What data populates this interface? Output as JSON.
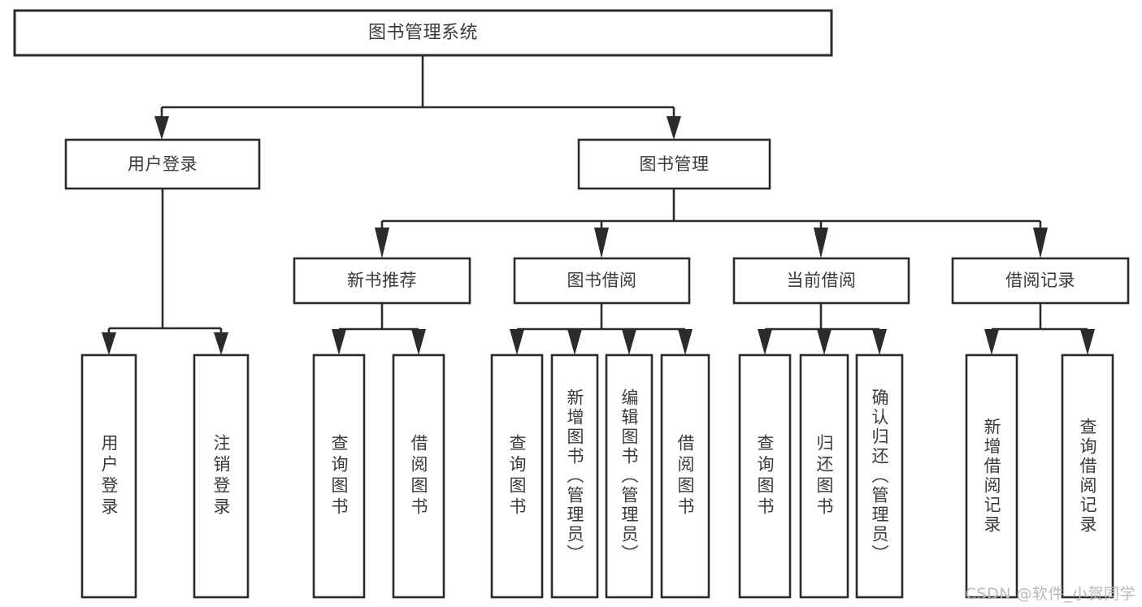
{
  "diagram": {
    "title": "图书管理系统",
    "watermark": "CSDN @软件_小贺同学",
    "colors": {
      "background": "#ffffff",
      "box_fill": "#ffffff",
      "box_stroke": "#2b2b2b",
      "text": "#3a3a3a",
      "watermark": "#b9b9b9"
    },
    "nodes": {
      "root": {
        "label": "图书管理系统"
      },
      "level2": [
        {
          "id": "user-login",
          "label": "用户登录"
        },
        {
          "id": "book-manage",
          "label": "图书管理"
        }
      ],
      "level3": [
        {
          "id": "new-book-recommend",
          "label": "新书推荐"
        },
        {
          "id": "book-borrow",
          "label": "图书借阅"
        },
        {
          "id": "current-borrow",
          "label": "当前借阅"
        },
        {
          "id": "borrow-record",
          "label": "借阅记录"
        }
      ],
      "leaves": [
        {
          "id": "leaf-user-login",
          "label": "用户登录",
          "parent": "user-login"
        },
        {
          "id": "leaf-logout",
          "label": "注销登录",
          "parent": "user-login"
        },
        {
          "id": "leaf-query-book-1",
          "label": "查询图书",
          "parent": "new-book-recommend"
        },
        {
          "id": "leaf-borrow-book-1",
          "label": "借阅图书",
          "parent": "new-book-recommend"
        },
        {
          "id": "leaf-query-book-2",
          "label": "查询图书",
          "parent": "book-borrow"
        },
        {
          "id": "leaf-add-book",
          "label": "新增图书（管理员）",
          "parent": "book-borrow"
        },
        {
          "id": "leaf-edit-book",
          "label": "编辑图书（管理员）",
          "parent": "book-borrow"
        },
        {
          "id": "leaf-borrow-book-2",
          "label": "借阅图书",
          "parent": "book-borrow"
        },
        {
          "id": "leaf-query-book-3",
          "label": "查询图书",
          "parent": "current-borrow"
        },
        {
          "id": "leaf-return-book",
          "label": "归还图书",
          "parent": "current-borrow"
        },
        {
          "id": "leaf-confirm-return",
          "label": "确认归还（管理员）",
          "parent": "current-borrow"
        },
        {
          "id": "leaf-add-record",
          "label": "新增借阅记录",
          "parent": "borrow-record"
        },
        {
          "id": "leaf-query-record",
          "label": "查询借阅记录",
          "parent": "borrow-record"
        }
      ]
    }
  }
}
